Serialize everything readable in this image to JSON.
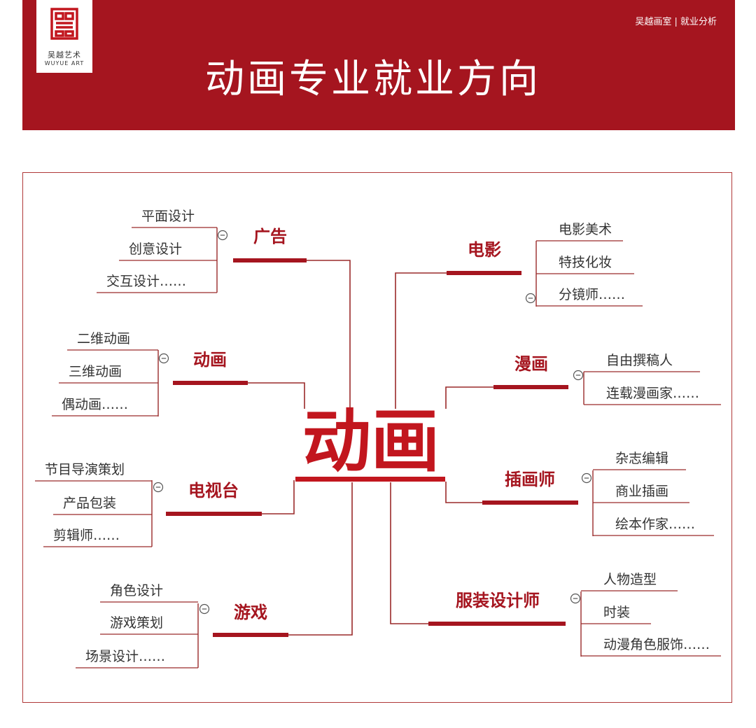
{
  "header": {
    "logo_text": "吴越艺术",
    "logo_en": "WUYUE ART",
    "tag": "吴越画室 | 就业分析",
    "title": "动画专业就业方向"
  },
  "mindmap": {
    "center": "动画",
    "branches": [
      {
        "label": "广告",
        "items": [
          "平面设计",
          "创意设计",
          "交互设计……"
        ]
      },
      {
        "label": "动画",
        "items": [
          "二维动画",
          "三维动画",
          "偶动画……"
        ]
      },
      {
        "label": "电视台",
        "items": [
          "节目导演策划",
          "产品包装",
          "剪辑师……"
        ]
      },
      {
        "label": "游戏",
        "items": [
          "角色设计",
          "游戏策划",
          "场景设计……"
        ]
      },
      {
        "label": "电影",
        "items": [
          "电影美术",
          "特技化妆",
          "分镜师……"
        ]
      },
      {
        "label": "漫画",
        "items": [
          "自由撰稿人",
          "连载漫画家……"
        ]
      },
      {
        "label": "插画师",
        "items": [
          "杂志编辑",
          "商业插画",
          "绘本作家……"
        ]
      },
      {
        "label": "服装设计师",
        "items": [
          "人物造型",
          "时装",
          "动漫角色服饰……"
        ]
      }
    ],
    "colors": {
      "accent": "#a5151f",
      "center": "#c2161e",
      "line": "#9a2a2a",
      "text": "#333333"
    }
  }
}
